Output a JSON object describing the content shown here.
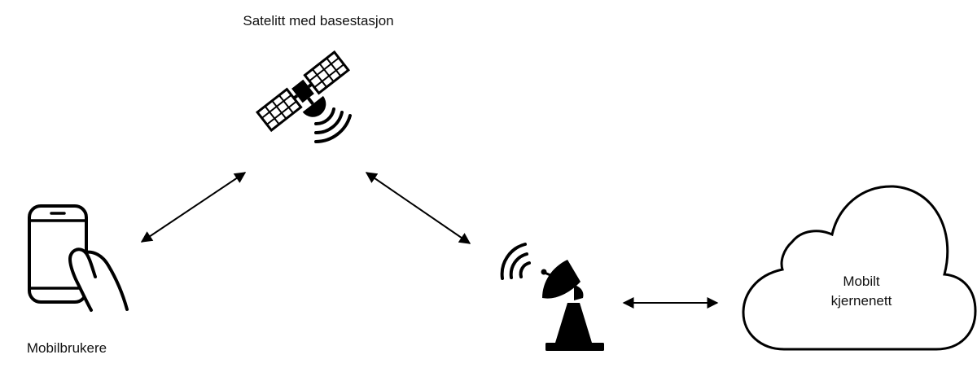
{
  "nodes": {
    "satellite": {
      "label": "Satelitt med basestasjon",
      "icon": "satellite-icon"
    },
    "user": {
      "label": "Mobilbrukere",
      "icon": "smartphone-hand-icon"
    },
    "ground_station": {
      "label": "",
      "icon": "satellite-dish-icon"
    },
    "core_network": {
      "label_lines": [
        "Mobilt",
        "kjernenett"
      ],
      "icon": "cloud-icon"
    }
  },
  "links": [
    {
      "from": "user",
      "to": "satellite",
      "style": "double-arrow"
    },
    {
      "from": "satellite",
      "to": "ground_station",
      "style": "double-arrow"
    },
    {
      "from": "ground_station",
      "to": "core_network",
      "style": "double-arrow"
    }
  ],
  "colors": {
    "stroke": "#000000",
    "text": "#111111",
    "background": "#ffffff"
  }
}
